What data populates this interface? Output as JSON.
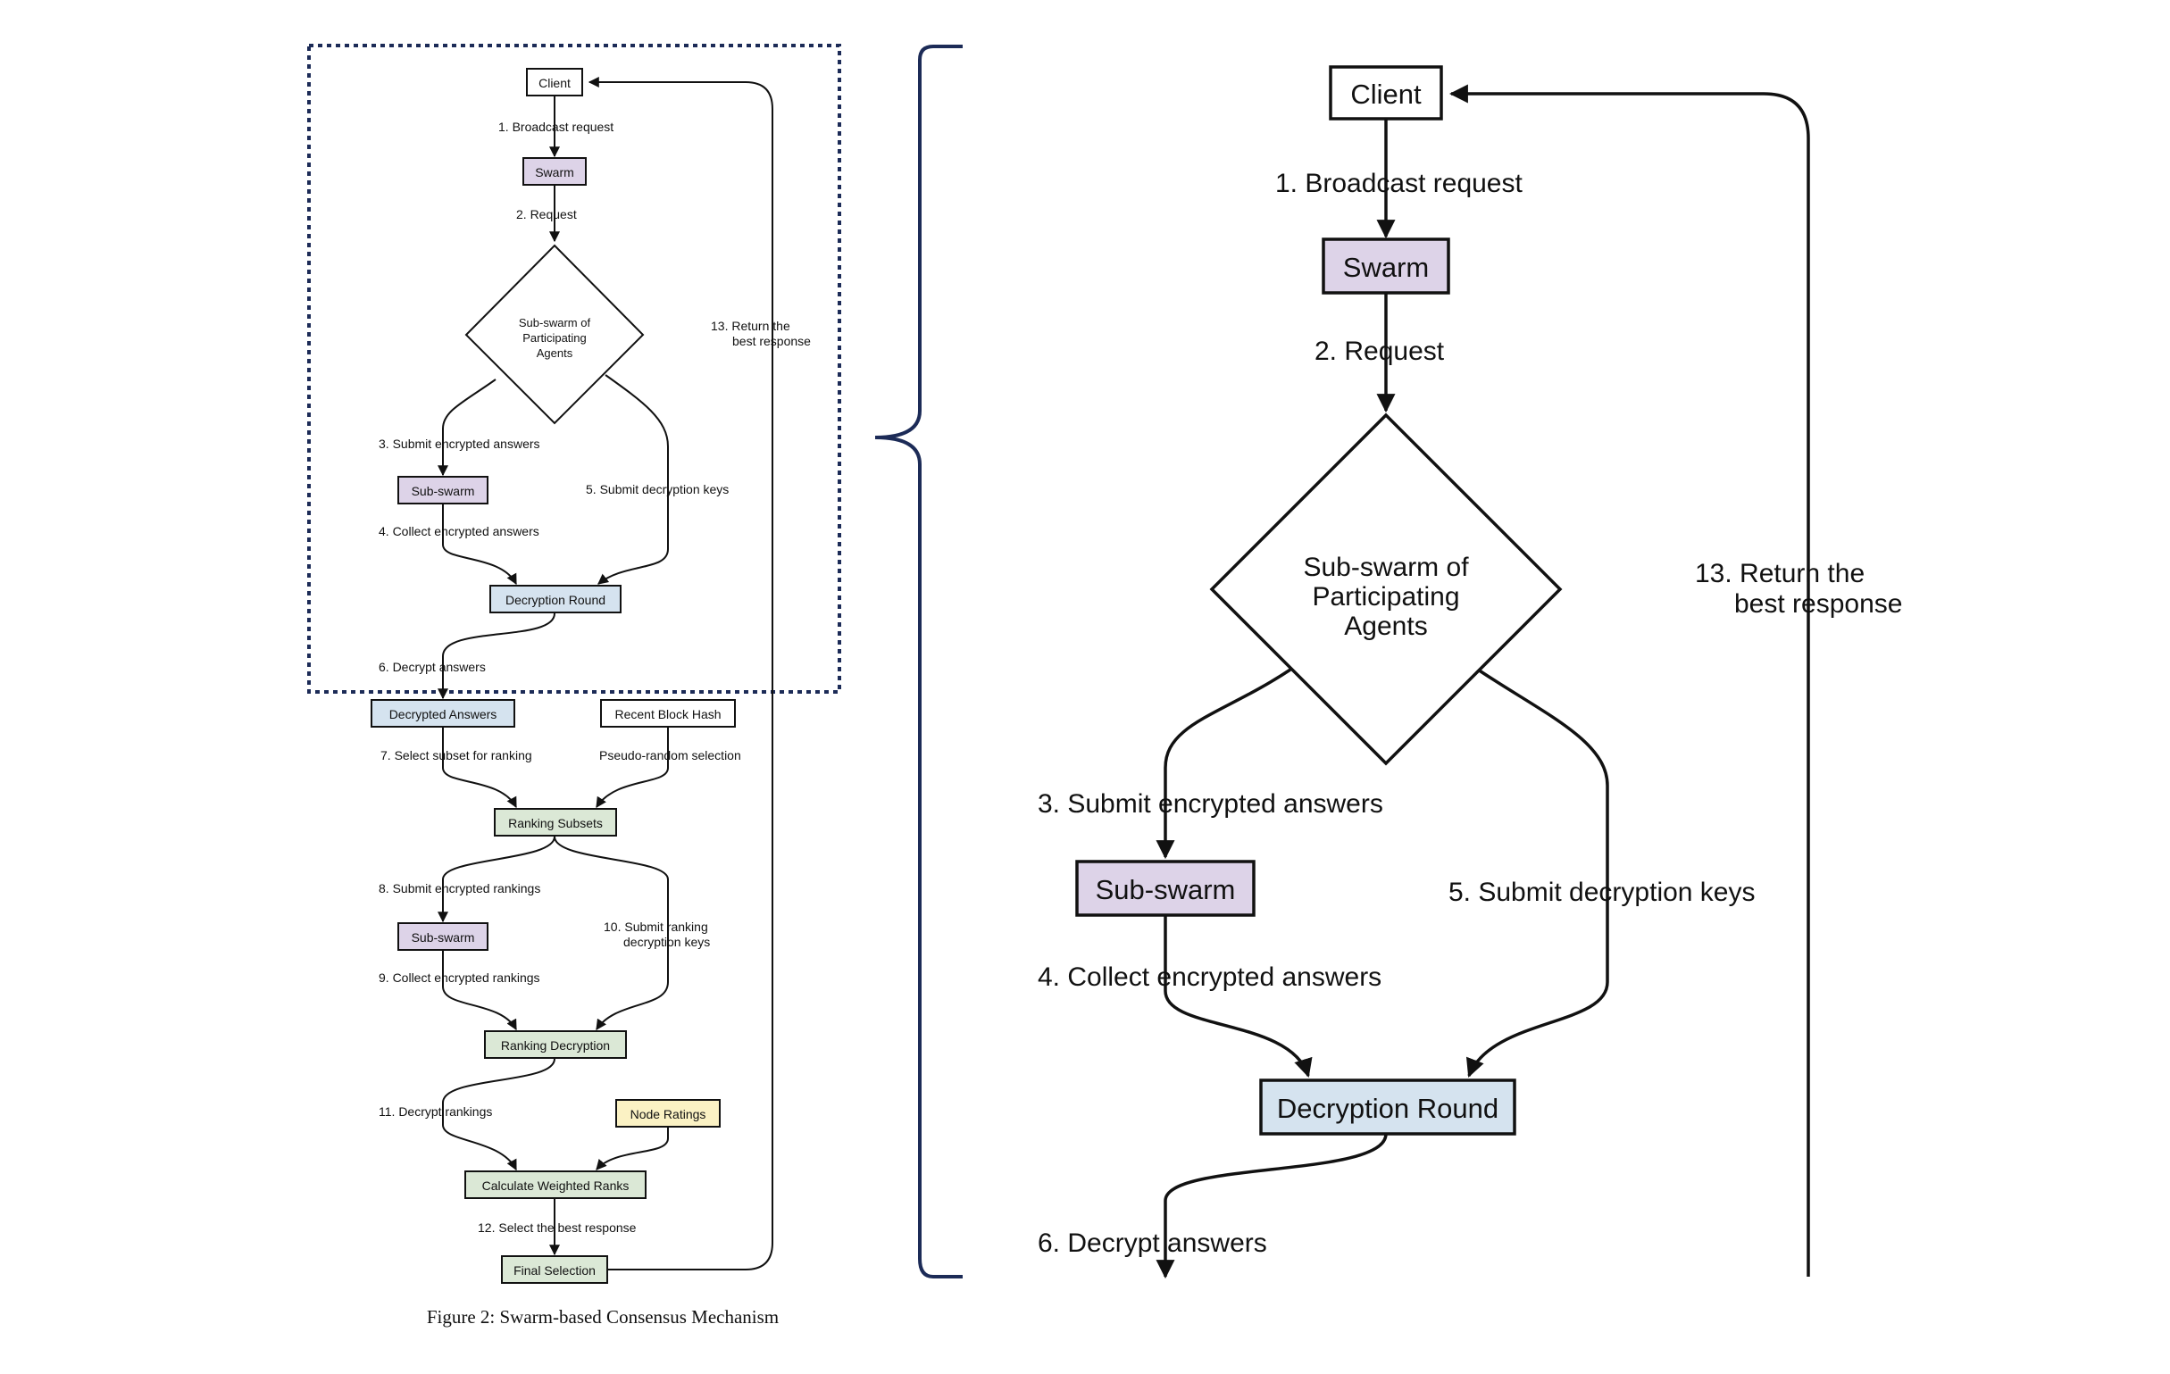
{
  "colors": {
    "purple": "#ddd3e8",
    "blue": "#d5e3ef",
    "green": "#dbe8d6",
    "yellow": "#fbf2c4",
    "white": "#ffffff",
    "stroke": "#111111",
    "brace": "#1c2b57",
    "dotted": "#1c2b57"
  },
  "caption": "Figure 2: Swarm-based Consensus Mechanism",
  "nodes": {
    "client": "Client",
    "swarm": "Swarm",
    "subswarm_participating": [
      "Sub-swarm of",
      "Participating",
      "Agents"
    ],
    "subswarm_1": "Sub-swarm",
    "decryption_round": "Decryption Round",
    "decrypted_answers": "Decrypted Answers",
    "recent_block_hash": "Recent Block Hash",
    "ranking_subsets": "Ranking Subsets",
    "subswarm_2": "Sub-swarm",
    "ranking_decryption": "Ranking Decryption",
    "node_ratings": "Node Ratings",
    "calculate_weighted_ranks": "Calculate Weighted Ranks",
    "final_selection": "Final Selection"
  },
  "labels": {
    "l1": "1. Broadcast request",
    "l2": "2. Request",
    "l3": "3. Submit encrypted answers",
    "l4": "4. Collect encrypted answers",
    "l5": "5. Submit decryption keys",
    "l6": "6. Decrypt answers",
    "l7": "7. Select subset for ranking",
    "l_pseudo": "Pseudo-random selection",
    "l8": "8. Submit encrypted rankings",
    "l9": "9. Collect encrypted rankings",
    "l10": [
      "10. Submit ranking",
      "decryption keys"
    ],
    "l11": "11. Decrypt rankings",
    "l12": "12. Select the best response",
    "l13": [
      "13. Return the",
      "best response"
    ]
  }
}
